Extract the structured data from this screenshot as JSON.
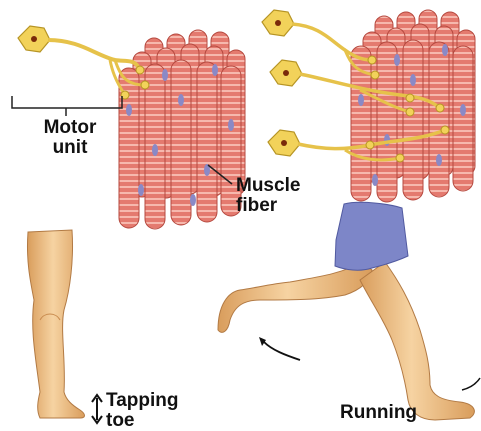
{
  "labels": {
    "motor_unit_line1": "Motor",
    "motor_unit_line2": "unit",
    "muscle_fiber_line1": "Muscle",
    "muscle_fiber_line2": "fiber",
    "tapping_line1": "Tapping",
    "tapping_line2": "toe",
    "running": "Running"
  },
  "colors": {
    "fiber": "#e47a6f",
    "fiber_dark": "#b5493f",
    "fiber_stripe": "#f7c3b8",
    "nucleus": "#8a89c6",
    "neuron": "#f2d25a",
    "neuron_outline": "#b69424",
    "neuron_nucleus": "#7a2a0a",
    "skin": "#f1c48a",
    "skin_shade": "#d79c5c",
    "shorts": "#7d86c8"
  },
  "icons": [
    "up-down-arrow-icon",
    "curved-motion-arrow-icon"
  ]
}
